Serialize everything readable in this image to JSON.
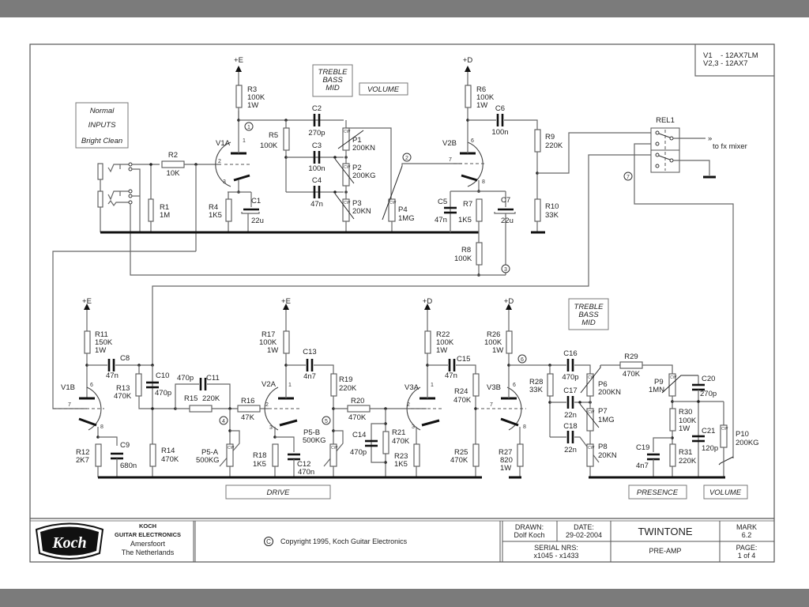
{
  "document": {
    "title": "TWINTONE",
    "subtitle": "PRE-AMP",
    "company": {
      "name_line1": "KOCH",
      "name_line2": "GUITAR ELECTRONICS",
      "city": "Amersfoort",
      "country": "The Netherlands",
      "logo_text": "Koch"
    },
    "copyright": "Copyright 1995, Koch Guitar Electronics",
    "copyright_symbol": "©",
    "drawn_label": "DRAWN:",
    "drawn_value": "Dolf Koch",
    "date_label": "DATE:",
    "date_value": "29-02-2004",
    "mark_label": "MARK",
    "mark_value": "6.2",
    "serial_label": "SERIAL NRS:",
    "serial_value": "x1045 - x1433",
    "page_label": "PAGE:",
    "page_value": "1 of 4",
    "tubes_line1": "V1    - 12AX7LM",
    "tubes_line2": "V2,3 - 12AX7"
  },
  "panels": {
    "inputs": [
      "Normal",
      "INPUTS",
      "Bright Clean"
    ],
    "tone_top": [
      "TREBLE",
      "BASS",
      "MID"
    ],
    "volume_top": "VOLUME",
    "tone_bottom": [
      "TREBLE",
      "BASS",
      "MID"
    ],
    "drive": "DRIVE",
    "presence": "PRESENCE",
    "volume_bottom": "VOLUME"
  },
  "rails": {
    "e": "+E",
    "d": "+D"
  },
  "nodes": [
    "1",
    "2",
    "3",
    "4",
    "5",
    "6",
    "7"
  ],
  "relay": {
    "name": "REL1",
    "output": "to fx mixer"
  },
  "components": {
    "R1": [
      "R1",
      "1M"
    ],
    "R2": [
      "R2",
      "10K"
    ],
    "R3": [
      "R3",
      "100K",
      "1W"
    ],
    "R4": [
      "R4",
      "1K5"
    ],
    "R5": [
      "R5",
      "100K"
    ],
    "R6": [
      "R6",
      "100K",
      "1W"
    ],
    "R7": [
      "R7",
      "1K5"
    ],
    "R8": [
      "R8",
      "100K"
    ],
    "R9": [
      "R9",
      "220K"
    ],
    "R10": [
      "R10",
      "33K"
    ],
    "R11": [
      "R11",
      "150K",
      "1W"
    ],
    "R12": [
      "R12",
      "2K7"
    ],
    "R13": [
      "R13",
      "470K"
    ],
    "R14": [
      "R14",
      "470K"
    ],
    "R15": [
      "R15",
      "220K"
    ],
    "R16": [
      "R16",
      "47K"
    ],
    "R17": [
      "R17",
      "100K",
      "1W"
    ],
    "R18": [
      "R18",
      "1K5"
    ],
    "R19": [
      "R19",
      "220K"
    ],
    "R20": [
      "R20",
      "470K"
    ],
    "R21": [
      "R21",
      "470K"
    ],
    "R22": [
      "R22",
      "100K",
      "1W"
    ],
    "R23": [
      "R23",
      "1K5"
    ],
    "R24": [
      "R24",
      "470K"
    ],
    "R25": [
      "R25",
      "470K"
    ],
    "R26": [
      "R26",
      "100K",
      "1W"
    ],
    "R27": [
      "R27",
      "820",
      "1W"
    ],
    "R28": [
      "R28",
      "33K"
    ],
    "R29": [
      "R29",
      "470K"
    ],
    "R30": [
      "R30",
      "100K",
      "1W"
    ],
    "R31": [
      "R31",
      "220K"
    ],
    "C1": [
      "C1",
      "22u"
    ],
    "C2": [
      "C2",
      "270p"
    ],
    "C3": [
      "C3",
      "100n"
    ],
    "C4": [
      "C4",
      "47n"
    ],
    "C5": [
      "C5",
      "47n"
    ],
    "C6": [
      "C6",
      "100n"
    ],
    "C7": [
      "C7",
      "22u"
    ],
    "C8": [
      "C8",
      "47n"
    ],
    "C9": [
      "C9",
      "680n"
    ],
    "C10": [
      "C10",
      "470p"
    ],
    "C11": [
      "C11",
      "470p"
    ],
    "C12": [
      "C12",
      "470n"
    ],
    "C13": [
      "C13",
      "4n7"
    ],
    "C14": [
      "C14",
      "470p"
    ],
    "C15": [
      "C15",
      "47n"
    ],
    "C16": [
      "C16",
      "470p"
    ],
    "C17": [
      "C17",
      "22n"
    ],
    "C18": [
      "C18",
      "22n"
    ],
    "C19": [
      "C19",
      "4n7"
    ],
    "C20": [
      "C20",
      "270p"
    ],
    "C21": [
      "C21",
      "120p"
    ],
    "P1": [
      "P1",
      "200KN"
    ],
    "P2": [
      "P2",
      "200KG"
    ],
    "P3": [
      "P3",
      "20KN"
    ],
    "P4": [
      "P4",
      "1MG"
    ],
    "P5A": [
      "P5-A",
      "500KG"
    ],
    "P5B": [
      "P5-B",
      "500KG"
    ],
    "P6": [
      "P6",
      "200KN"
    ],
    "P7": [
      "P7",
      "1MG"
    ],
    "P8": [
      "P8",
      "20KN"
    ],
    "P9": [
      "P9",
      "1MN"
    ],
    "P10": [
      "P10",
      "200KG"
    ],
    "V1A": "V1A",
    "V1B": "V1B",
    "V2A": "V2A",
    "V2B": "V2B",
    "V3A": "V3A",
    "V3B": "V3B",
    "cw": "CW"
  }
}
